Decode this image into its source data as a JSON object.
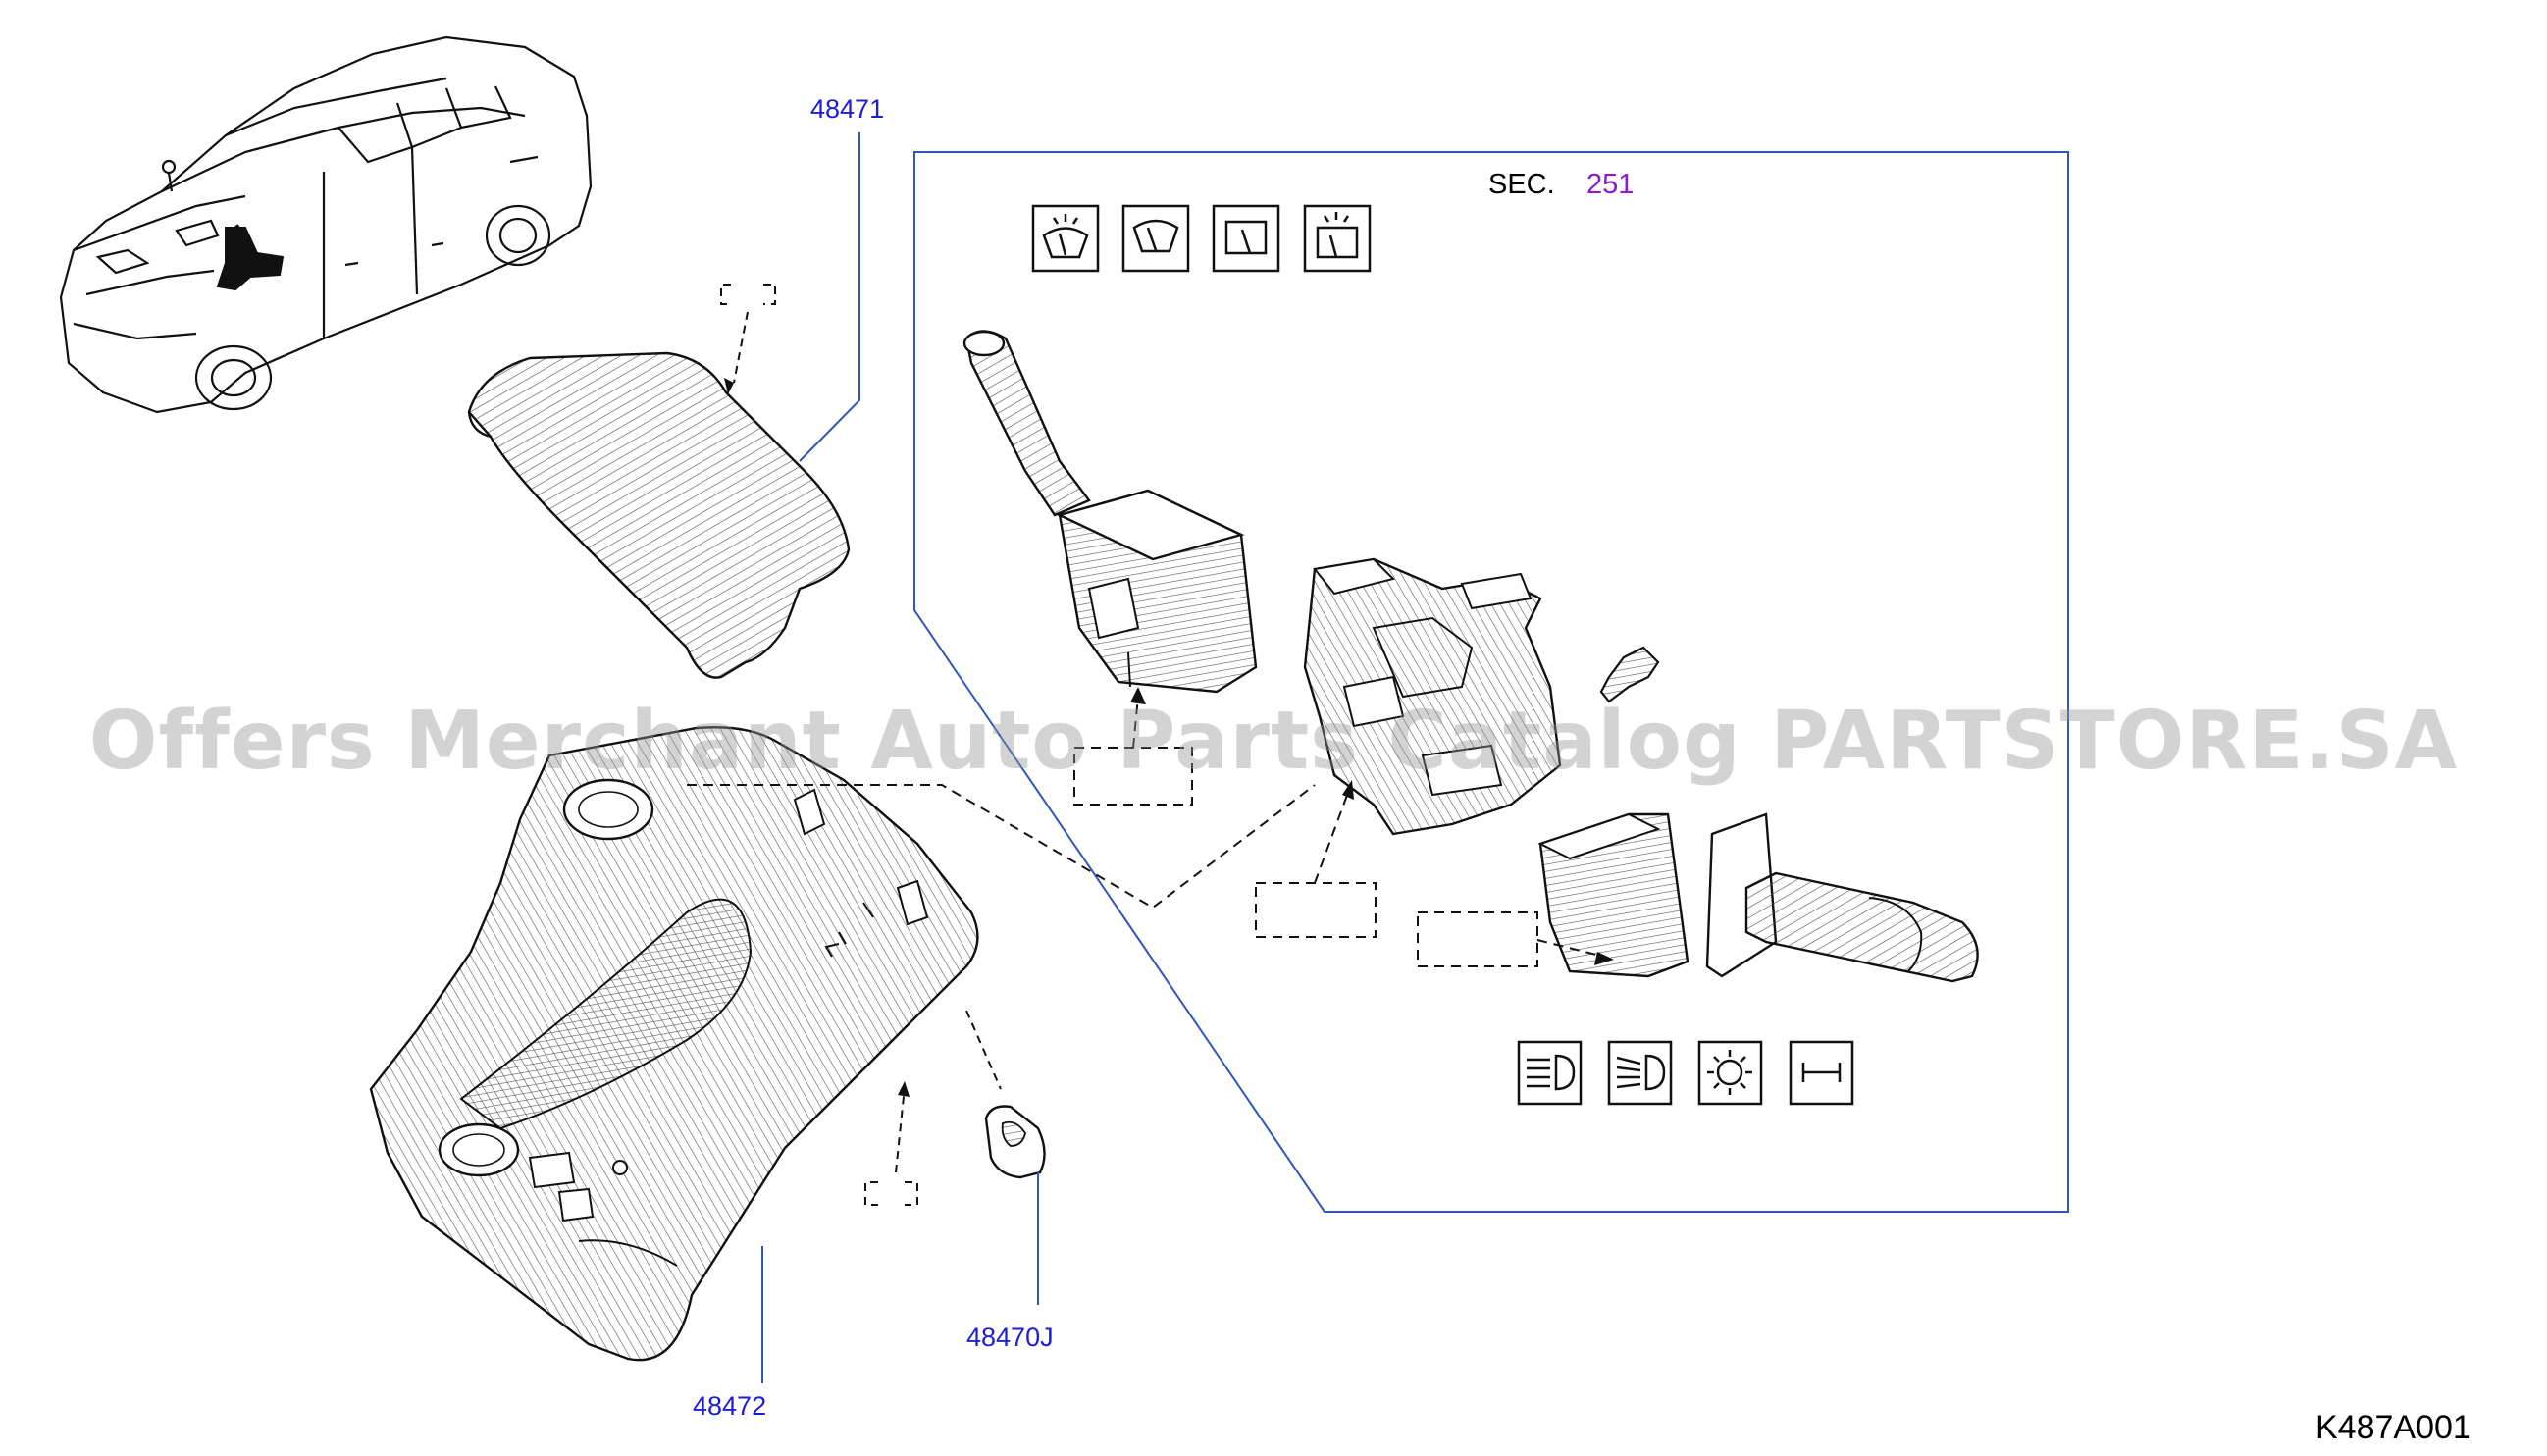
{
  "parts": {
    "p48471": "48471",
    "p48472": "48472",
    "p48470j": "48470J"
  },
  "section": {
    "prefix": "SEC.",
    "number": "251"
  },
  "diagram_code": "K487A001",
  "watermark": "Offers Merchant Auto Parts Catalog PARTSTORE.SA",
  "colors": {
    "leader_line": "#2f56b8",
    "part_number": "#1d1dd6",
    "section_number": "#8a1ad6"
  },
  "icons": [
    "front-washer-icon",
    "front-wiper-icon",
    "rear-wiper-icon",
    "rear-washer-icon",
    "low-beam-icon",
    "high-beam-icon",
    "parking-light-icon",
    "side-light-icon"
  ]
}
